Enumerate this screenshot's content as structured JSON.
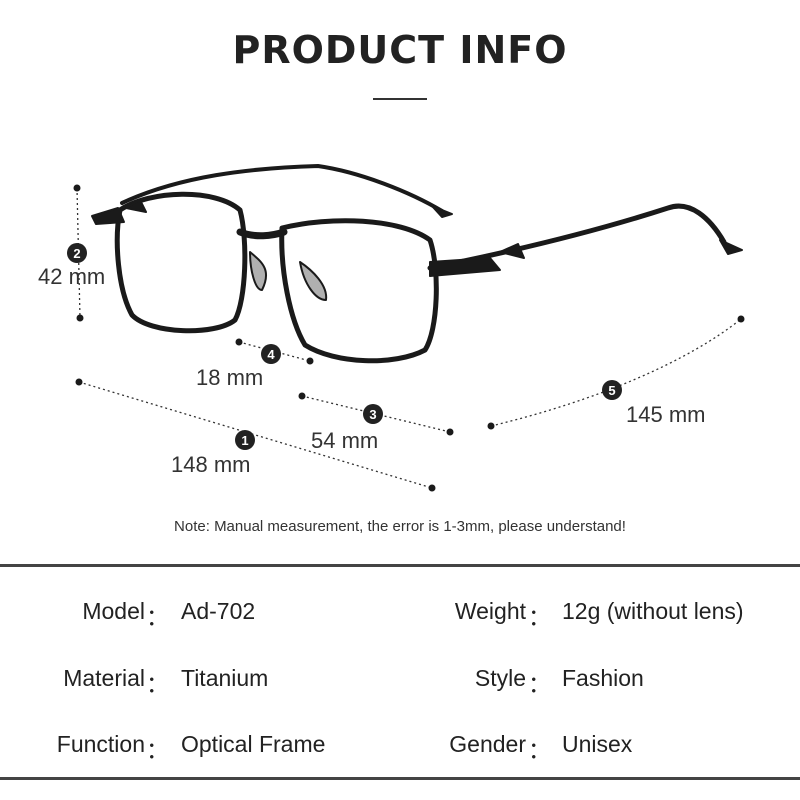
{
  "header": {
    "title": "PRODUCT INFO"
  },
  "measurements": [
    {
      "number": "1",
      "label": "148 mm"
    },
    {
      "number": "2",
      "label": "42 mm"
    },
    {
      "number": "3",
      "label": "54 mm"
    },
    {
      "number": "4",
      "label": "18 mm"
    },
    {
      "number": "5",
      "label": "145 mm"
    }
  ],
  "note": "Note: Manual measurement, the error is 1-3mm, please understand!",
  "specs": {
    "colon": "：",
    "rows": [
      {
        "left_key": "Model",
        "left_value": "Ad-702",
        "right_key": "Weight",
        "right_value": "12g (without lens)"
      },
      {
        "left_key": "Material",
        "left_value": "Titanium",
        "right_key": "Style",
        "right_value": "Fashion"
      },
      {
        "left_key": "Function",
        "left_value": "Optical Frame",
        "right_key": "Gender",
        "right_value": "Unisex"
      }
    ]
  },
  "colors": {
    "frame": "#1a1a1a",
    "text": "#333333",
    "badge": "#222222"
  }
}
